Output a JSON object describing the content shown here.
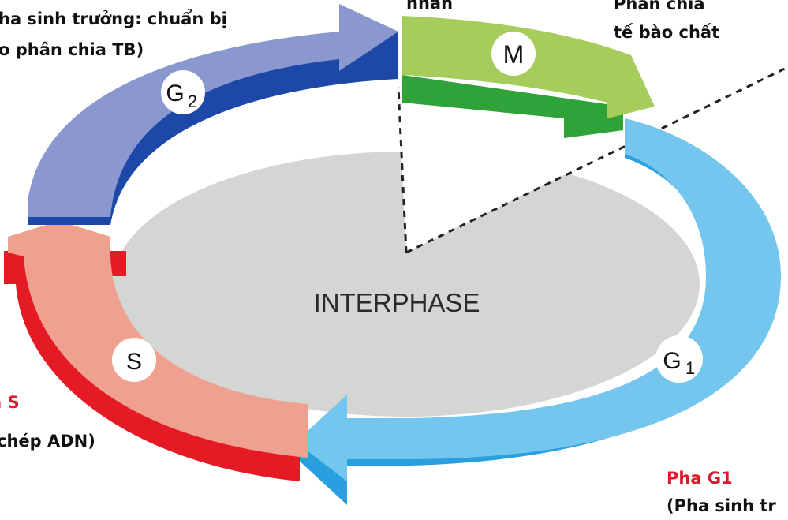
{
  "diagram": {
    "center_label": "INTERPHASE",
    "phases": [
      {
        "id": "M",
        "badge": "M",
        "sub": ""
      },
      {
        "id": "G1",
        "badge": "G",
        "sub": "1"
      },
      {
        "id": "S",
        "badge": "S",
        "sub": ""
      },
      {
        "id": "G2",
        "badge": "G",
        "sub": "2"
      }
    ],
    "colors": {
      "M_top": "#a6cc5c",
      "M_side": "#2fa23a",
      "G1_top": "#74c6ee",
      "G1_side": "#2a9fe0",
      "S_top": "#f0a08e",
      "S_side": "#e41b25",
      "G2_top": "#8a98cf",
      "G2_side": "#1e48a8",
      "interphase_fill": "#d3d6d3"
    }
  },
  "labels": {
    "g2_line1": "ha sinh trưởng: chuẩn bị",
    "g2_line2": "o phân chia TB)",
    "m_left": "nhân",
    "m_right_line1": "Phân chia",
    "m_right_line2": "tế bào chất",
    "s_title": "a S",
    "s_line2": "chép ADN)",
    "g1_title": "Pha G1",
    "g1_line2": "(Pha sinh tr"
  }
}
